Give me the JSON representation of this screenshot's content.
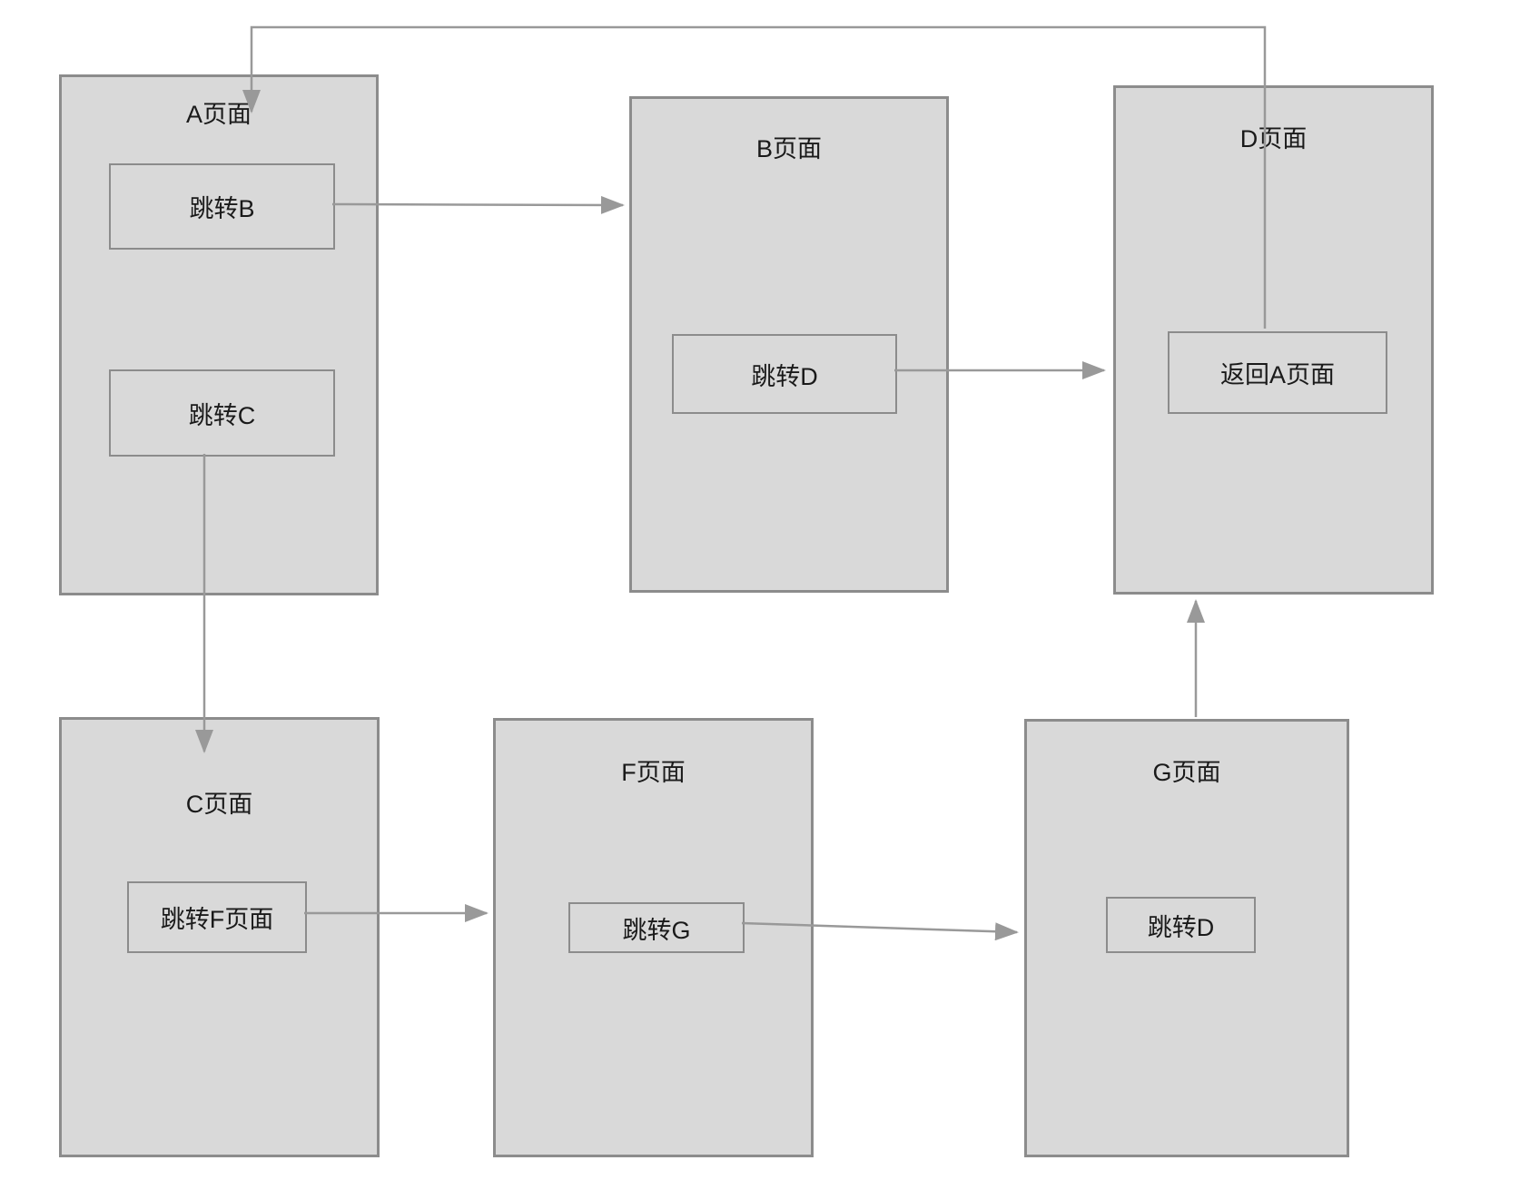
{
  "diagram": {
    "colors": {
      "node_fill": "#d9d9d9",
      "node_border": "#8c8c8c",
      "connector": "#999999",
      "text": "#1a1a1a",
      "background": "#ffffff"
    },
    "pages": [
      {
        "id": "A",
        "title": "A页面",
        "buttons": [
          "跳转B",
          "跳转C"
        ]
      },
      {
        "id": "B",
        "title": "B页面",
        "buttons": [
          "跳转D"
        ]
      },
      {
        "id": "D",
        "title": "D页面",
        "buttons": [
          "返回A页面"
        ]
      },
      {
        "id": "C",
        "title": "C页面",
        "buttons": [
          "跳转F页面"
        ]
      },
      {
        "id": "F",
        "title": "F页面",
        "buttons": [
          "跳转G"
        ]
      },
      {
        "id": "G",
        "title": "G页面",
        "buttons": [
          "跳转D"
        ]
      }
    ],
    "connections": [
      {
        "from": "A.跳转B",
        "to": "B页面"
      },
      {
        "from": "B.跳转D",
        "to": "D页面"
      },
      {
        "from": "D.返回A页面",
        "to": "A页面"
      },
      {
        "from": "A.跳转C",
        "to": "C页面"
      },
      {
        "from": "C.跳转F页面",
        "to": "F页面"
      },
      {
        "from": "F.跳转G",
        "to": "G页面"
      },
      {
        "from": "G.跳转D",
        "to": "D页面"
      }
    ]
  }
}
